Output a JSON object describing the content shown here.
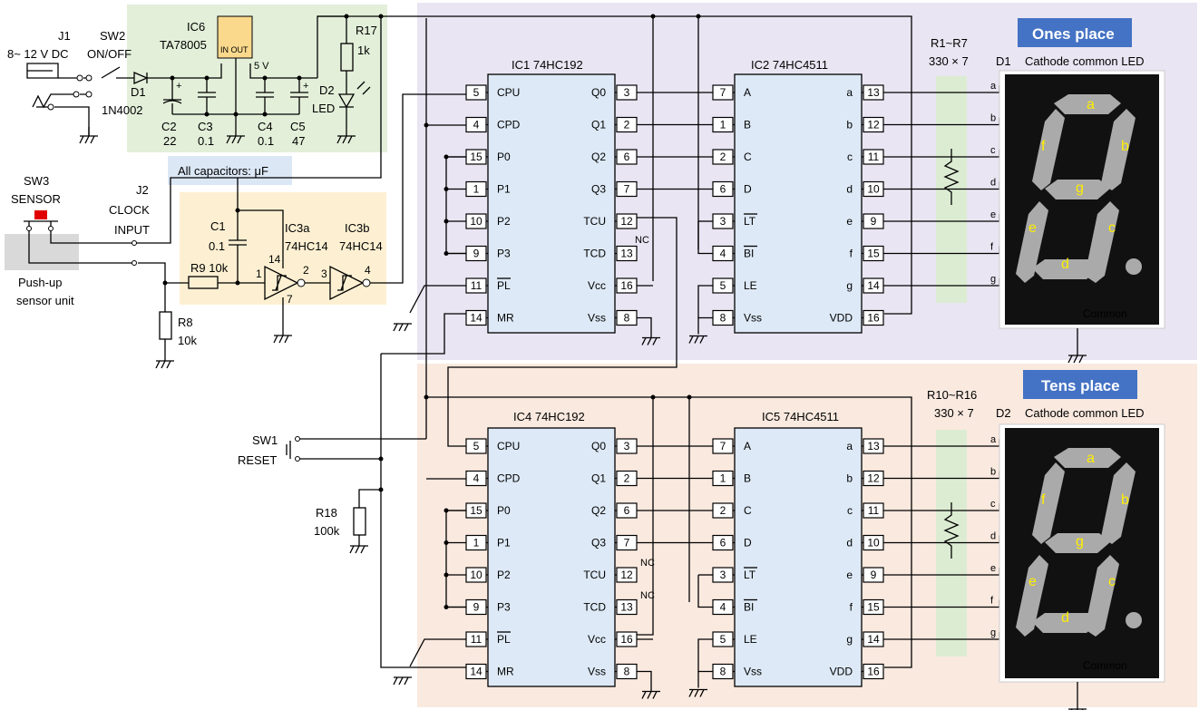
{
  "power": {
    "j1": "J1",
    "j1_spec": "8~ 12 V DC",
    "sw2": "SW2",
    "sw2_spec": "ON/OFF",
    "d1": "D1",
    "d1_spec": "1N4002",
    "ic6": "IC6",
    "ic6_part": "TA78005",
    "ic6_pins": "IN OUT",
    "v5": "5 V",
    "r17": "R17",
    "r17_val": "1k",
    "d2": "D2",
    "d2_spec": "LED",
    "c2": "C2",
    "c2_val": "22",
    "c3": "C3",
    "c3_val": "0.1",
    "c4": "C4",
    "c4_val": "0.1",
    "c5": "C5",
    "c5_val": "47",
    "plus": "+",
    "cap_note": "All capacitors: μF"
  },
  "input": {
    "sw3": "SW3",
    "sw3_name": "SENSOR",
    "sensor_unit_1": "Push-up",
    "sensor_unit_2": "sensor unit",
    "j2": "J2",
    "j2_name_1": "CLOCK",
    "j2_name_2": "INPUT",
    "c1": "C1",
    "c1_val": "0.1",
    "r9": "R9 10k",
    "r8": "R8",
    "r8_val": "10k",
    "ic3a": "IC3a",
    "ic3a_part": "74HC14",
    "ic3b": "IC3b",
    "ic3b_part": "74HC14",
    "pin14": "14",
    "pin7": "7",
    "pin1": "1",
    "pin2": "2",
    "pin3": "3",
    "pin4": "4",
    "sw1": "SW1",
    "sw1_name": "RESET",
    "r18": "R18",
    "r18_val": "100k"
  },
  "ones": {
    "title": "Ones place",
    "ic_counter": "IC1 74HC192",
    "ic_decoder": "IC2 74HC4511",
    "resistors": "R1~R7",
    "resistors_val": "330 × 7",
    "led": "D1",
    "led_desc": "Cathode common LED",
    "tcu_nc": "",
    "tcd_nc": "NC",
    "q3_nc": "",
    "common": "Common"
  },
  "tens": {
    "title": "Tens place",
    "ic_counter": "IC4 74HC192",
    "ic_decoder": "IC5 74HC4511",
    "resistors": "R10~R16",
    "resistors_val": "330 × 7",
    "led": "D2",
    "led_desc": "Cathode common LED",
    "tcu_nc": "NC",
    "tcd_nc": "NC",
    "q3_nc": "",
    "common": "Common"
  },
  "counter_left": [
    {
      "num": "5",
      "name": "CPU"
    },
    {
      "num": "4",
      "name": "CPD"
    },
    {
      "num": "15",
      "name": "P0"
    },
    {
      "num": "1",
      "name": "P1"
    },
    {
      "num": "10",
      "name": "P2"
    },
    {
      "num": "9",
      "name": "P3"
    },
    {
      "num": "11",
      "name": "PL"
    },
    {
      "num": "14",
      "name": "MR"
    }
  ],
  "counter_right": [
    {
      "num": "3",
      "name": "Q0"
    },
    {
      "num": "2",
      "name": "Q1"
    },
    {
      "num": "6",
      "name": "Q2"
    },
    {
      "num": "7",
      "name": "Q3"
    },
    {
      "num": "12",
      "name": "TCU"
    },
    {
      "num": "13",
      "name": "TCD"
    },
    {
      "num": "16",
      "name": "Vcc"
    },
    {
      "num": "8",
      "name": "Vss"
    }
  ],
  "decoder_left": [
    {
      "num": "7",
      "name": "A"
    },
    {
      "num": "1",
      "name": "B"
    },
    {
      "num": "2",
      "name": "C"
    },
    {
      "num": "6",
      "name": "D"
    },
    {
      "num": "3",
      "name": "LT"
    },
    {
      "num": "4",
      "name": "BI"
    },
    {
      "num": "5",
      "name": "LE"
    },
    {
      "num": "8",
      "name": "Vss"
    }
  ],
  "decoder_right": [
    {
      "num": "13",
      "name": "a"
    },
    {
      "num": "12",
      "name": "b"
    },
    {
      "num": "11",
      "name": "c"
    },
    {
      "num": "10",
      "name": "d"
    },
    {
      "num": "9",
      "name": "e"
    },
    {
      "num": "15",
      "name": "f"
    },
    {
      "num": "14",
      "name": "g"
    },
    {
      "num": "16",
      "name": "VDD"
    }
  ],
  "segments": [
    "a",
    "b",
    "c",
    "d",
    "e",
    "f",
    "g"
  ],
  "colors": {
    "power_bg": "#e3efd9",
    "clock_bg": "#fdf0d2",
    "ones_bg": "#e9e5f2",
    "tens_bg": "#f9e9df",
    "ic_fill": "#dde9f6",
    "res_fill": "#dcecd2",
    "note_fill": "#dbe7f5",
    "title_fill": "#4472c4",
    "seg_off": "#aaaaaa",
    "seg_label": "#ffee00",
    "sensor_red": "#e00000"
  }
}
